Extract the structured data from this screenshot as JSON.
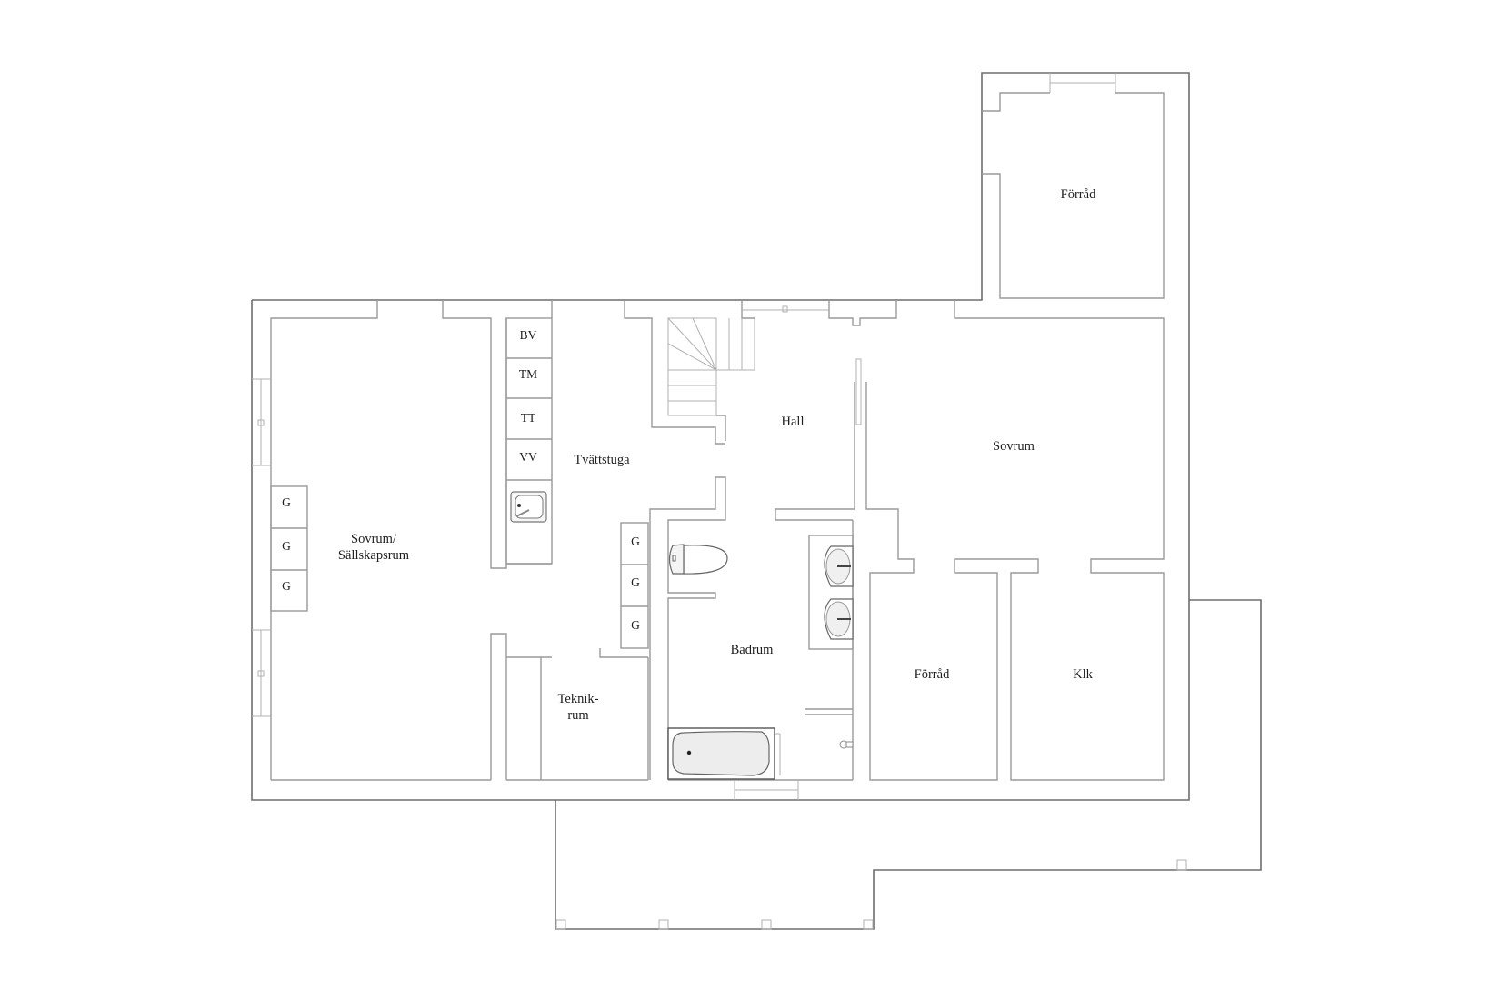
{
  "floorplan": {
    "rooms": {
      "sovrum_sallskap": {
        "line1": "Sovrum/",
        "line2": "Sällskapsrum"
      },
      "tvattstuga": "Tvättstuga",
      "hall": "Hall",
      "sovrum": "Sovrum",
      "forrad_top": "Förråd",
      "badrum": "Badrum",
      "teknikrum": {
        "line1": "Teknik-",
        "line2": "rum"
      },
      "forrad_bottom": "Förråd",
      "klk": "Klk"
    },
    "appliances": {
      "bv": "BV",
      "tm": "TM",
      "tt": "TT",
      "vv": "VV"
    },
    "wardrobes": {
      "left": [
        "G",
        "G",
        "G"
      ],
      "center": [
        "G",
        "G",
        "G"
      ]
    },
    "colors": {
      "wall": "#9a9a9a",
      "outer_wall": "#6e6e6e",
      "text": "#1e1e1e",
      "background": "#ffffff"
    }
  }
}
